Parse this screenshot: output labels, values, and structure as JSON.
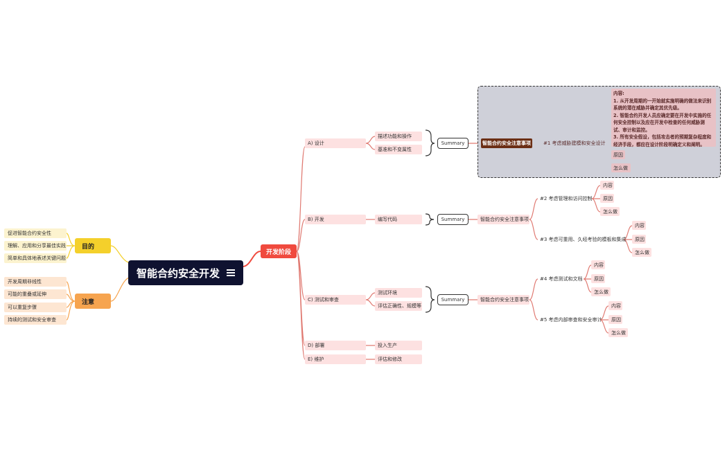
{
  "root": {
    "title": "智能合约安全开发"
  },
  "hub": {
    "label": "开发阶段"
  },
  "purpose": {
    "label": "目的",
    "items": [
      "促进智能合约安全性",
      "理解、应用和分享最佳实践",
      "简单和具体地表述关键问题"
    ]
  },
  "notes": {
    "label": "注意",
    "items": [
      "开发周期非线性",
      "可能的重叠或延伸",
      "可以重复步骤",
      "持续的测试和安全审查"
    ]
  },
  "stages": {
    "design": {
      "label": "A) 设计",
      "items": [
        "描述功能和操作",
        "基准和不变属性"
      ]
    },
    "dev": {
      "label": "B) 开发",
      "items": [
        "编写代码"
      ]
    },
    "test": {
      "label": "C) 测试和审查",
      "items": [
        "测试环境",
        "评估正确性、规模等"
      ]
    },
    "deploy": {
      "label": "D) 部署",
      "items": [
        "投入生产"
      ]
    },
    "maintain": {
      "label": "E) 维护",
      "items": [
        "评估和修改"
      ]
    }
  },
  "summary_label": "Summary",
  "notes_title": "智能合约安全注意事项",
  "design_note": {
    "title": "智能合约安全注意事项",
    "point": "#1 考虑威胁建模和安全设计",
    "content": "内容:\n1. 从开发周期的一开始就实施明确的做法来识别系统的潜在威胁并确定其优先级。\n2. 智能合约开发人员应确定要在开发中实施的任何安全控制以及应在开发中检查的任何威胁测试、审计和监控。\n3. 所有安全假设，包括攻击者的预期复杂程度和经济手段，都应在设计阶段明确定义和阐明。",
    "reason": "原因",
    "how": "怎么做"
  },
  "dev_points": [
    {
      "label": "#2 考虑管理和访问控制",
      "children": [
        "内容",
        "原因",
        "怎么做"
      ]
    },
    {
      "label": "#3 考虑可重用、久经考验的模板和集成",
      "children": [
        "内容",
        "原因",
        "怎么做"
      ]
    }
  ],
  "test_points": [
    {
      "label": "#4 考虑测试和文档",
      "children": [
        "内容",
        "原因",
        "怎么做"
      ]
    },
    {
      "label": "#5 考虑内部审查和安全审计",
      "children": [
        "内容",
        "原因",
        "怎么做"
      ]
    }
  ],
  "colors": {
    "root": "#0f1230",
    "hub": "#f04a3e",
    "purpose": "#f4d02b",
    "notes": "#f6a44f",
    "stage": "#fde1e1",
    "wire": "#e07a72"
  }
}
